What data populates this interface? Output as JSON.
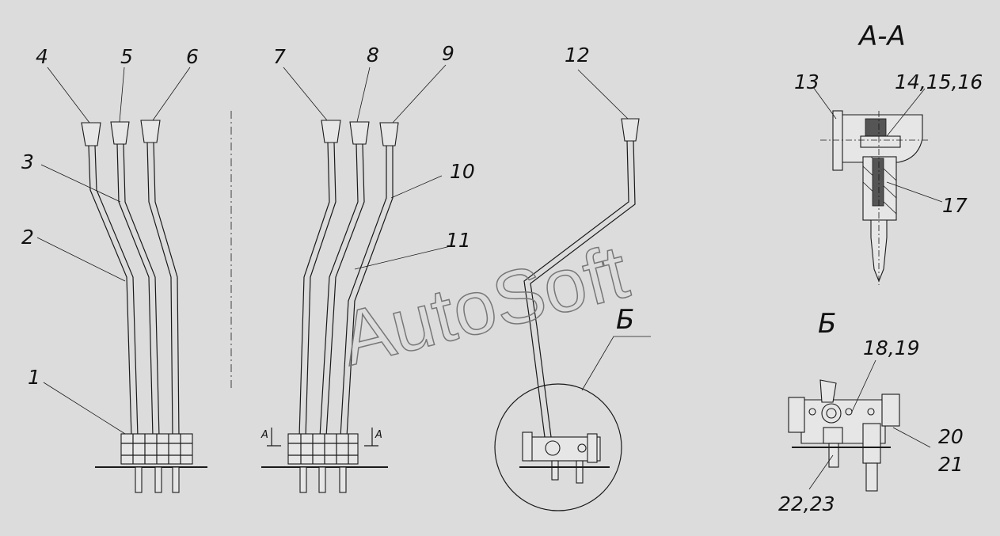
{
  "callouts": {
    "c1": "1",
    "c2": "2",
    "c3": "3",
    "c4": "4",
    "c5": "5",
    "c6": "6",
    "c7": "7",
    "c8": "8",
    "c9": "9",
    "c10": "10",
    "c11": "11",
    "c12": "12",
    "c13": "13",
    "c14_16": "14,15,16",
    "c17": "17",
    "c18_19": "18,19",
    "c20": "20",
    "c21": "21",
    "c22_23": "22,23"
  },
  "views": {
    "section_aa": "А-А",
    "detail_b": "Б",
    "detail_b_ref": "Б",
    "cut_mark_left": "А",
    "cut_mark_right": "А"
  },
  "watermark": "AutoSoft"
}
